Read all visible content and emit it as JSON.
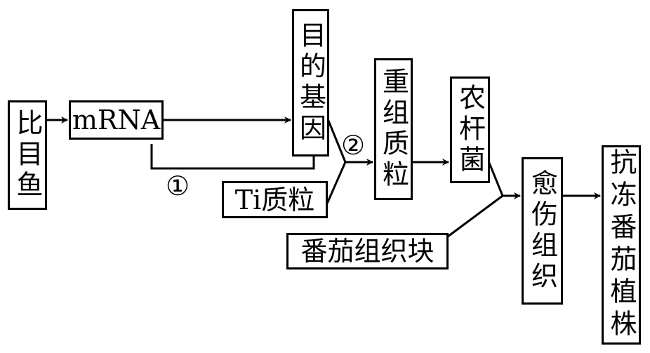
{
  "nodes": {
    "fish": "比目鱼",
    "mrna": "mRNA",
    "target_gene": "目的基因",
    "ti_plasmid": "Ti质粒",
    "recombinant_plasmid": "重组质粒",
    "agrobacterium": "农杆菌",
    "tomato_tissue": "番茄组织块",
    "callus": "愈伤组织",
    "antifreeze_tomato": "抗冻番茄植株"
  },
  "step_labels": {
    "step1": "①",
    "step2": "②"
  }
}
